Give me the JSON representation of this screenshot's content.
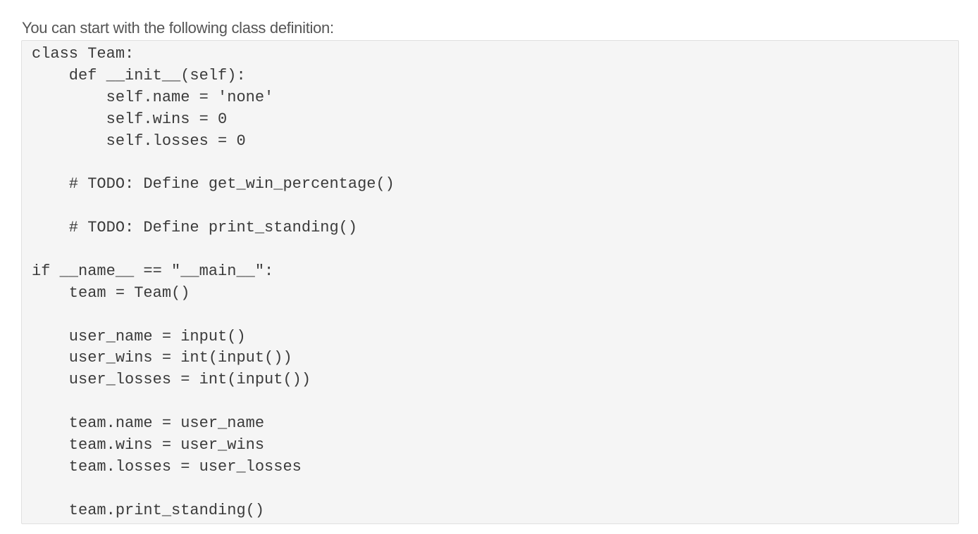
{
  "intro_text": "You can start with the following class definition:",
  "code_lines": [
    "class Team:",
    "    def __init__(self):",
    "        self.name = 'none'",
    "        self.wins = 0",
    "        self.losses = 0",
    "",
    "    # TODO: Define get_win_percentage()",
    "",
    "    # TODO: Define print_standing()",
    "",
    "if __name__ == \"__main__\":",
    "    team = Team()",
    "",
    "    user_name = input()",
    "    user_wins = int(input())",
    "    user_losses = int(input())",
    "",
    "    team.name = user_name",
    "    team.wins = user_wins",
    "    team.losses = user_losses",
    "",
    "    team.print_standing()"
  ]
}
